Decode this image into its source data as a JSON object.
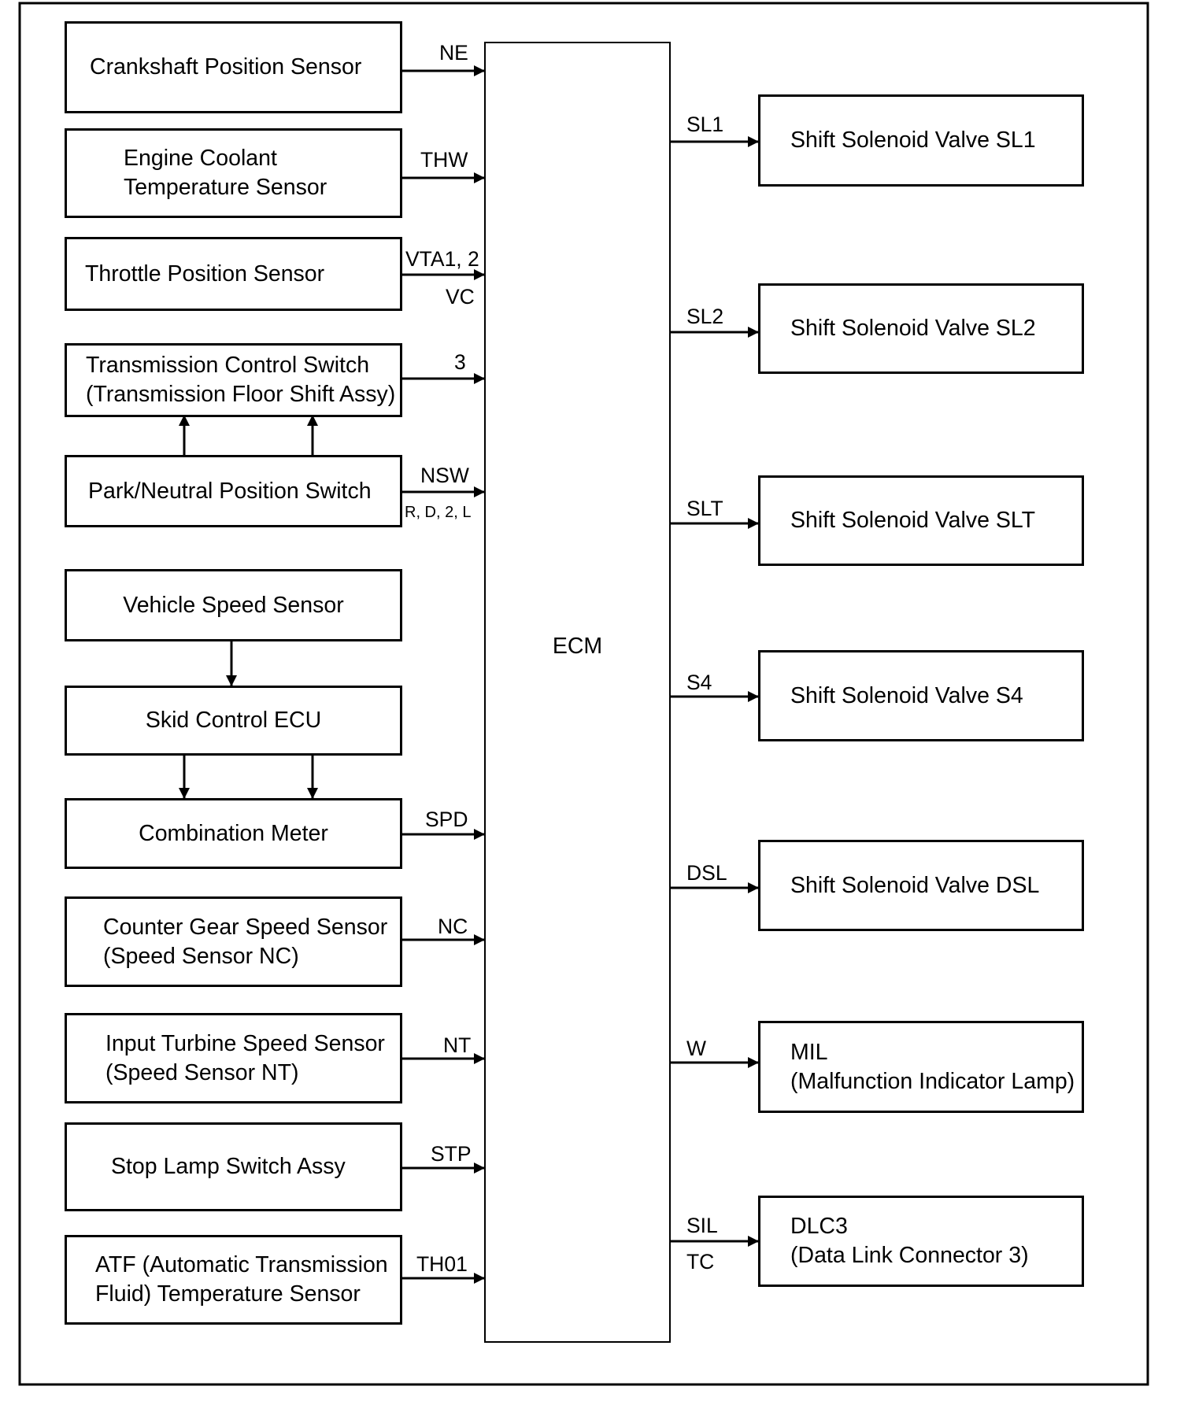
{
  "ecm_label": "ECM",
  "inputs": [
    {
      "lines": [
        "Crankshaft Position Sensor"
      ],
      "signals": [
        "NE"
      ]
    },
    {
      "lines": [
        "Engine Coolant",
        "Temperature Sensor"
      ],
      "signals": [
        "THW"
      ]
    },
    {
      "lines": [
        "Throttle Position Sensor"
      ],
      "signals": [
        "VTA1, 2",
        "VC"
      ]
    },
    {
      "lines": [
        "Transmission Control Switch",
        "(Transmission Floor Shift Assy)"
      ],
      "signals": [
        "3"
      ]
    },
    {
      "lines": [
        "Park/Neutral Position Switch"
      ],
      "signals": [
        "NSW",
        "R, D, 2, L"
      ]
    },
    {
      "lines": [
        "Vehicle Speed Sensor"
      ],
      "signals": []
    },
    {
      "lines": [
        "Skid Control ECU"
      ],
      "signals": []
    },
    {
      "lines": [
        "Combination Meter"
      ],
      "signals": [
        "SPD"
      ]
    },
    {
      "lines": [
        "Counter Gear Speed Sensor",
        "(Speed Sensor NC)"
      ],
      "signals": [
        "NC"
      ]
    },
    {
      "lines": [
        "Input Turbine Speed Sensor",
        "(Speed Sensor NT)"
      ],
      "signals": [
        "NT"
      ]
    },
    {
      "lines": [
        "Stop Lamp Switch Assy"
      ],
      "signals": [
        "STP"
      ]
    },
    {
      "lines": [
        "ATF (Automatic Transmission",
        "Fluid) Temperature Sensor"
      ],
      "signals": [
        "TH01"
      ]
    }
  ],
  "outputs": [
    {
      "lines": [
        "Shift Solenoid Valve SL1"
      ],
      "signals": [
        "SL1"
      ]
    },
    {
      "lines": [
        "Shift Solenoid Valve SL2"
      ],
      "signals": [
        "SL2"
      ]
    },
    {
      "lines": [
        "Shift Solenoid Valve SLT"
      ],
      "signals": [
        "SLT"
      ]
    },
    {
      "lines": [
        "Shift Solenoid Valve S4"
      ],
      "signals": [
        "S4"
      ]
    },
    {
      "lines": [
        "Shift Solenoid Valve DSL"
      ],
      "signals": [
        "DSL"
      ]
    },
    {
      "lines": [
        "MIL",
        "(Malfunction Indicator Lamp)"
      ],
      "signals": [
        "W"
      ]
    },
    {
      "lines": [
        "DLC3",
        "(Data Link Connector 3)"
      ],
      "signals": [
        "SIL",
        "TC"
      ]
    }
  ]
}
